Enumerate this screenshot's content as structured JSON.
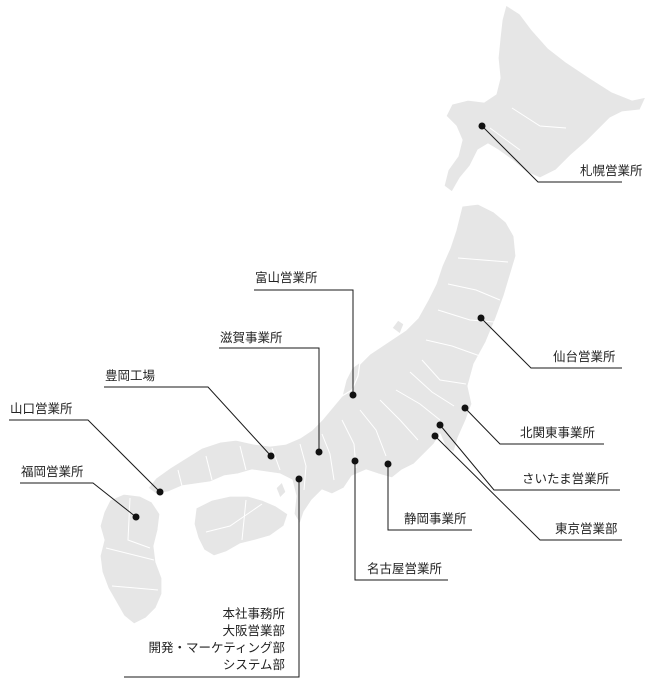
{
  "offices": {
    "sapporo": "札幌営業所",
    "sendai": "仙台営業所",
    "toyama": "富山営業所",
    "shiga": "滋賀事業所",
    "toyooka": "豊岡工場",
    "yamaguchi": "山口営業所",
    "fukuoka": "福岡営業所",
    "kitakanto": "北関東事業所",
    "saitama": "さいたま営業所",
    "tokyo": "東京営業部",
    "shizuoka": "静岡事業所",
    "nagoya": "名古屋営業所"
  },
  "headquarters": {
    "line1": "本社事務所",
    "line2": "大阪営業部",
    "line3": "開発・マーケティング部",
    "line4": "システム部"
  },
  "colors": {
    "land": "#e6e6e6",
    "border": "#ffffff",
    "line": "#1a1a1a",
    "text": "#222222"
  }
}
